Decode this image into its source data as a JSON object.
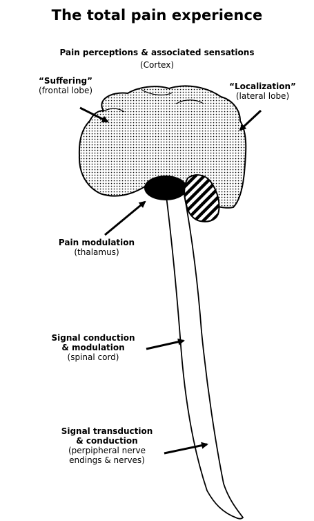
{
  "title": "The total pain experience",
  "cortex": {
    "heading": "Pain perceptions & associated sensations",
    "sub": "(Cortex)"
  },
  "labels": {
    "suffering": {
      "bold": "“Suffering”",
      "sub": "(frontal lobe)"
    },
    "localization": {
      "bold": "“Localization”",
      "sub": "(lateral lobe)"
    },
    "modulation": {
      "bold": "Pain modulation",
      "sub": "(thalamus)"
    },
    "spinal": {
      "bold1": "Signal conduction",
      "bold2": "& modulation",
      "sub": "(spinal cord)"
    },
    "peripheral": {
      "bold1": "Signal transduction",
      "bold2": "& conduction",
      "sub1": "(perpipheral nerve",
      "sub2": "endings & nerves)"
    }
  },
  "colors": {
    "ink": "#000000",
    "background": "#ffffff"
  }
}
